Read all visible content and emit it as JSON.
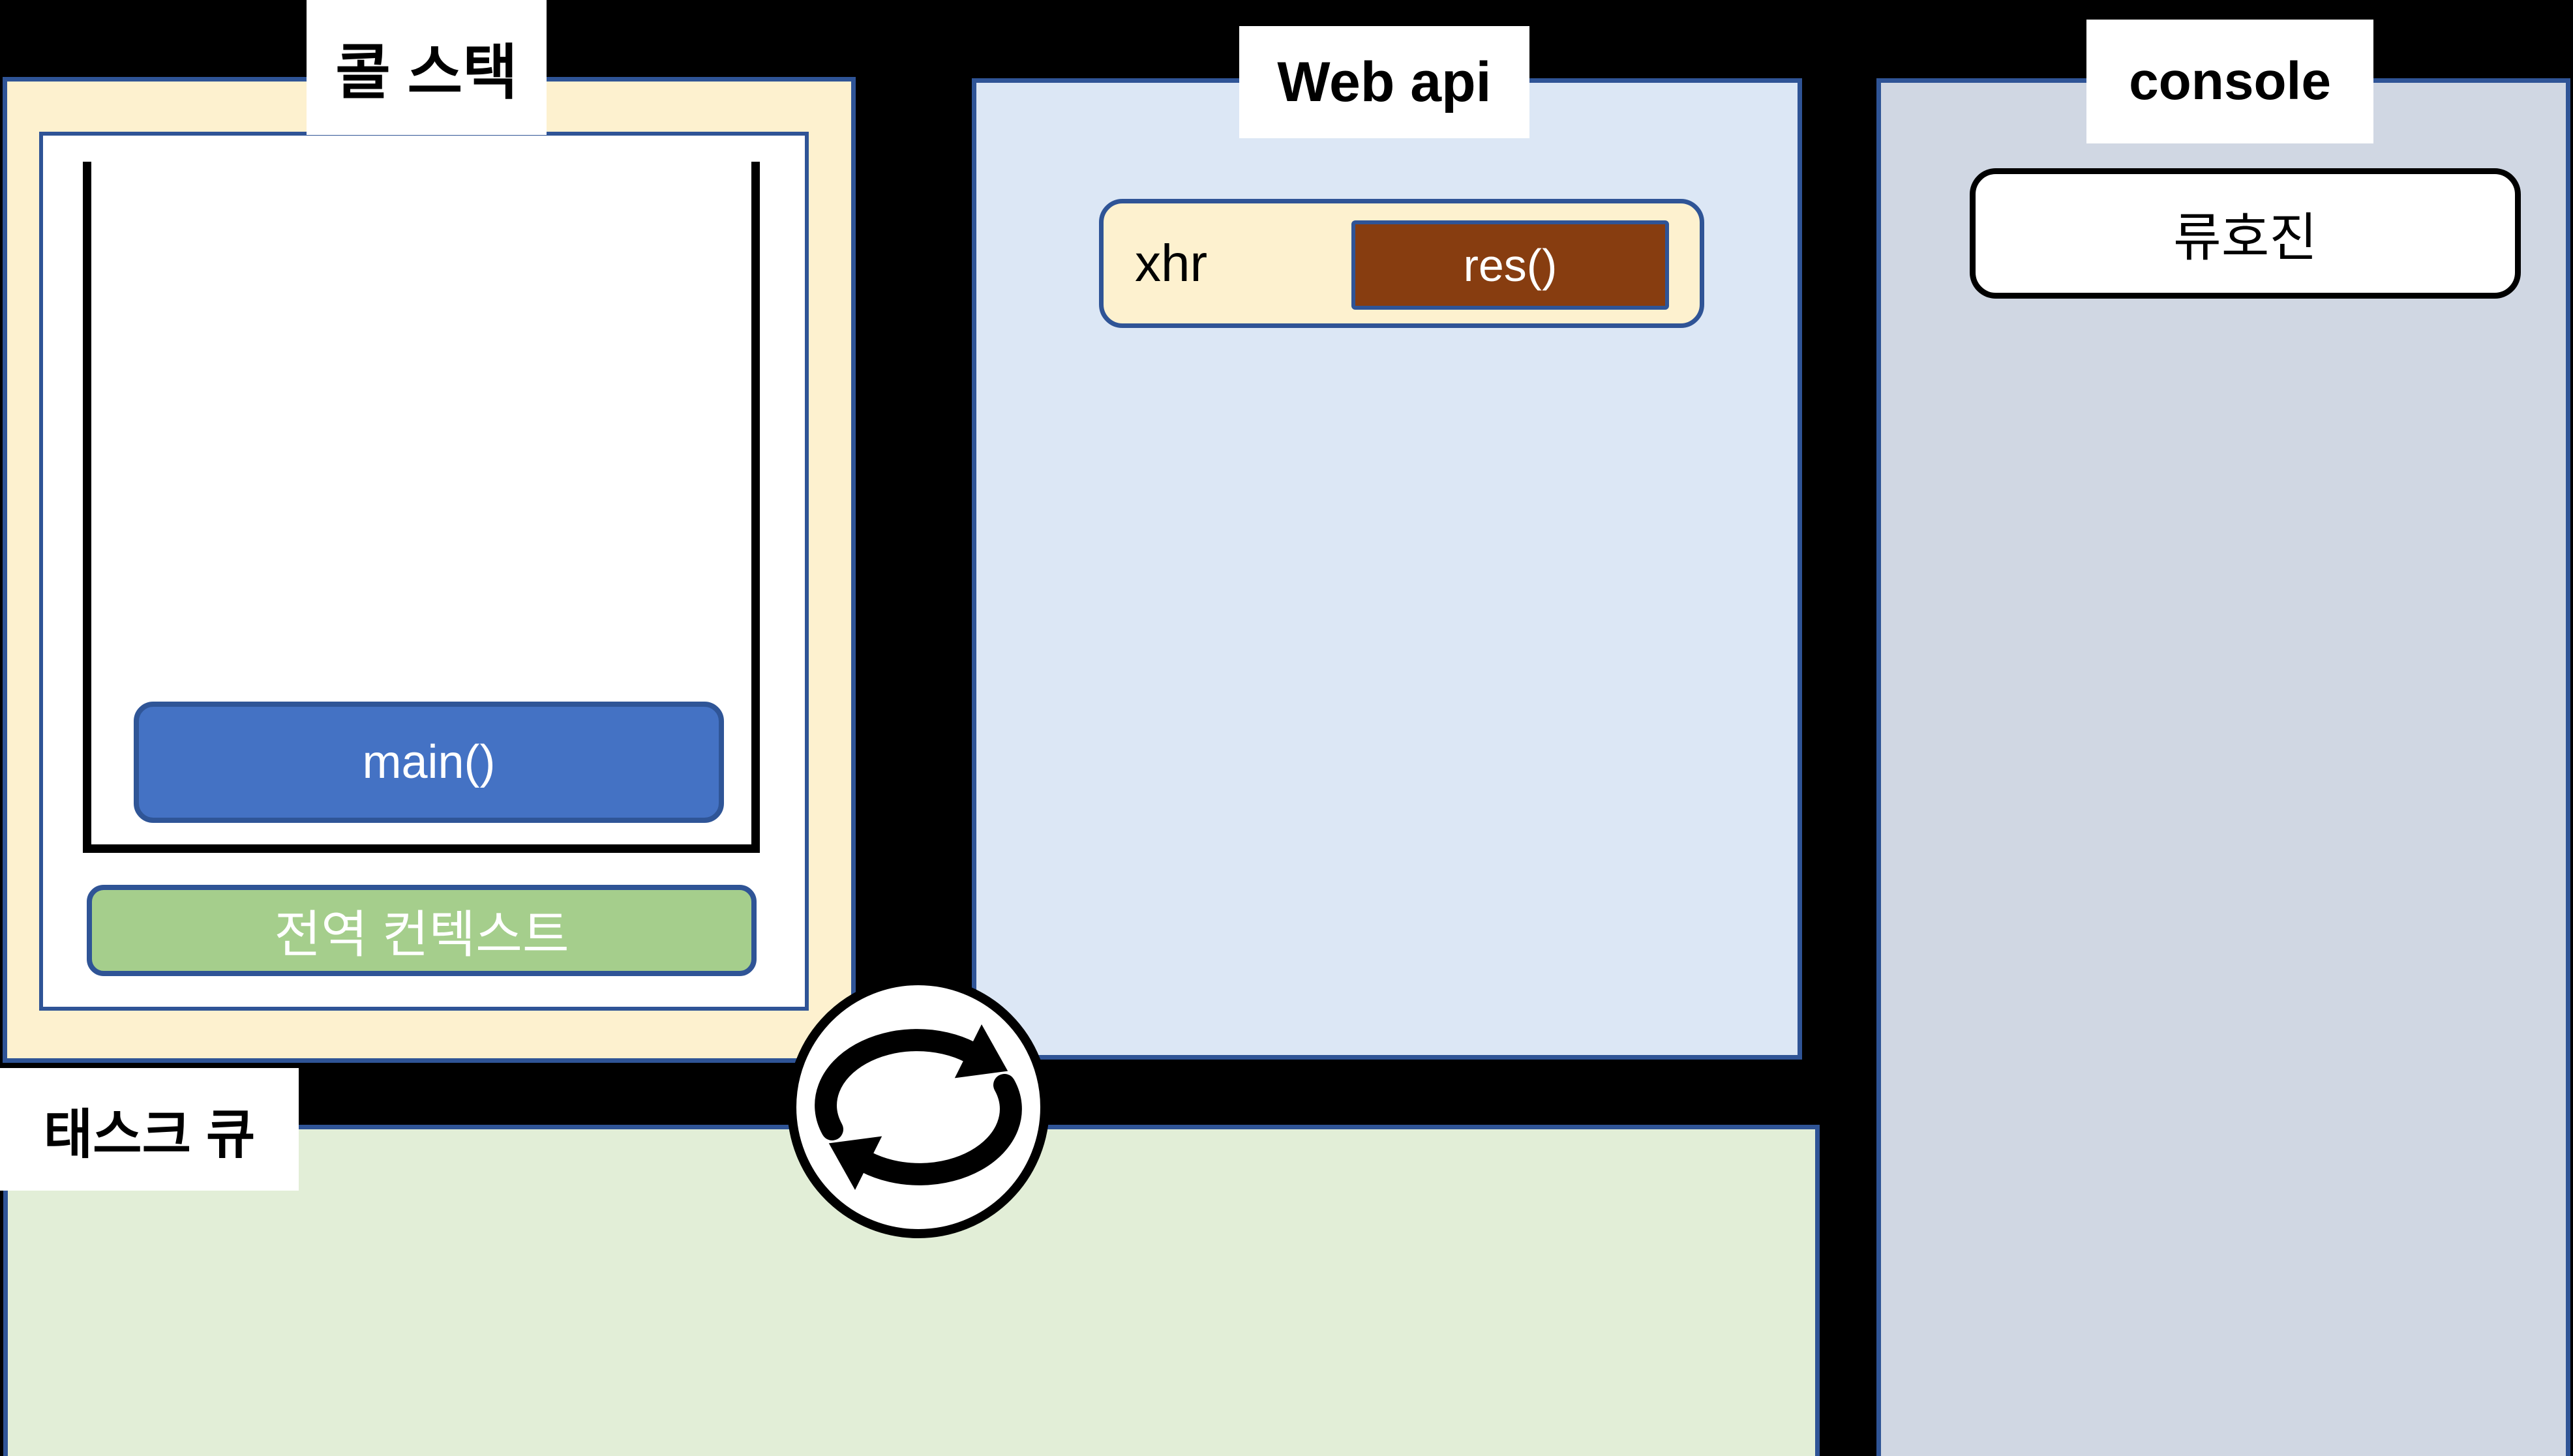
{
  "diagram": {
    "background_color": "#000000",
    "border_color": "#2F5496",
    "panels": {
      "call_stack": {
        "label": "콜 스택",
        "bg": "#FDF1CF"
      },
      "web_api": {
        "label": "Web api",
        "bg": "#DCE7F5"
      },
      "console": {
        "label": "console",
        "bg": "#D0D7E3"
      },
      "task_queue": {
        "label": "태스크 큐",
        "bg": "#E2EED7"
      }
    },
    "call_stack": {
      "frames": [
        {
          "label": "main()",
          "color": "#4472C4"
        },
        {
          "label": "전역 컨텍스트",
          "color": "#A5CE8C"
        }
      ]
    },
    "web_api": {
      "item": {
        "label": "xhr",
        "callback": "res()",
        "callback_color": "#873D10"
      }
    },
    "console": {
      "output": "류호진"
    },
    "event_loop": {
      "icon": "cycle-arrows-icon"
    }
  }
}
